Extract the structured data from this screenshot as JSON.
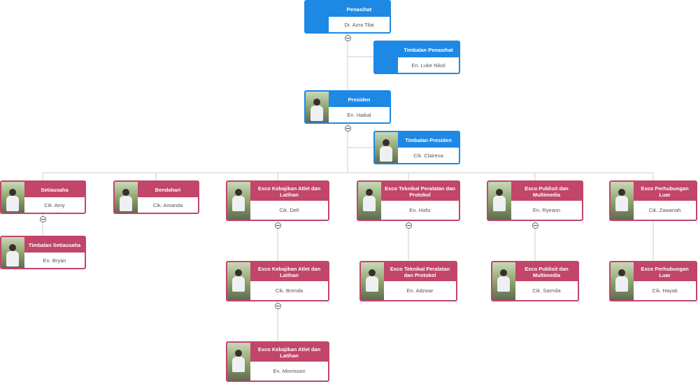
{
  "chart": {
    "nodes": [
      {
        "id": "penasihat",
        "title": "Penasihat",
        "name": "Dr. Azra Tilai",
        "color": "blue",
        "photo": false
      },
      {
        "id": "timbalan-penasihat",
        "title": "Timbalan Penasihat",
        "name": "En. Luke Nikol",
        "color": "blue",
        "photo": false
      },
      {
        "id": "presiden",
        "title": "Presiden",
        "name": "En. Haikal",
        "color": "blue",
        "photo": true
      },
      {
        "id": "timbalan-presiden",
        "title": "Timbalan Presiden",
        "name": "Cik. Clairesa",
        "color": "blue",
        "photo": true
      },
      {
        "id": "setiausaha",
        "title": "Setiausaha",
        "name": "Cik. Amy",
        "color": "red",
        "photo": true
      },
      {
        "id": "timbalan-setiausaha",
        "title": "Timbalan Setiausaha",
        "name": "En. Bryan",
        "color": "red",
        "photo": true
      },
      {
        "id": "bendahari",
        "title": "Bendahari",
        "name": "Cik. Amanda",
        "color": "red",
        "photo": true
      },
      {
        "id": "exco-atlet-1",
        "title": "Exco Kebajikan Atlet dan Latihan",
        "name": "Cik. Defi",
        "color": "red",
        "photo": true
      },
      {
        "id": "exco-atlet-2",
        "title": "Exco Kebajikan Atlet dan Latihan",
        "name": "Cik. Brenda",
        "color": "red",
        "photo": true
      },
      {
        "id": "exco-atlet-3",
        "title": "Exco Kebajikan Atlet dan Latihan",
        "name": "En. Morrisson",
        "color": "red",
        "photo": true
      },
      {
        "id": "exco-teknikal-1",
        "title": "Exco Teknikal Peralatan dan Protokol",
        "name": "En. Hafiz",
        "color": "red",
        "photo": true
      },
      {
        "id": "exco-teknikal-2",
        "title": "Exco Teknikal Peralatan dan Protokol",
        "name": "En. Adzwar",
        "color": "red",
        "photo": true
      },
      {
        "id": "exco-publisit-1",
        "title": "Exco Publisit dan Multimedia",
        "name": "En. Ryeann",
        "color": "red",
        "photo": true
      },
      {
        "id": "exco-publisit-2",
        "title": "Exco Publisit dan Multimedia",
        "name": "Cik. Sarmila",
        "color": "red",
        "photo": true
      },
      {
        "id": "exco-perhubungan-1",
        "title": "Exco Perhubungan Luar",
        "name": "Cik. Zawanah",
        "color": "red",
        "photo": true
      },
      {
        "id": "exco-perhubungan-2",
        "title": "Exco Perhubungan Luar",
        "name": "Cik. Hayati",
        "color": "red",
        "photo": true
      }
    ]
  },
  "colors": {
    "blue": "#1e88e5",
    "red": "#c2456a",
    "line": "#cccccc"
  }
}
